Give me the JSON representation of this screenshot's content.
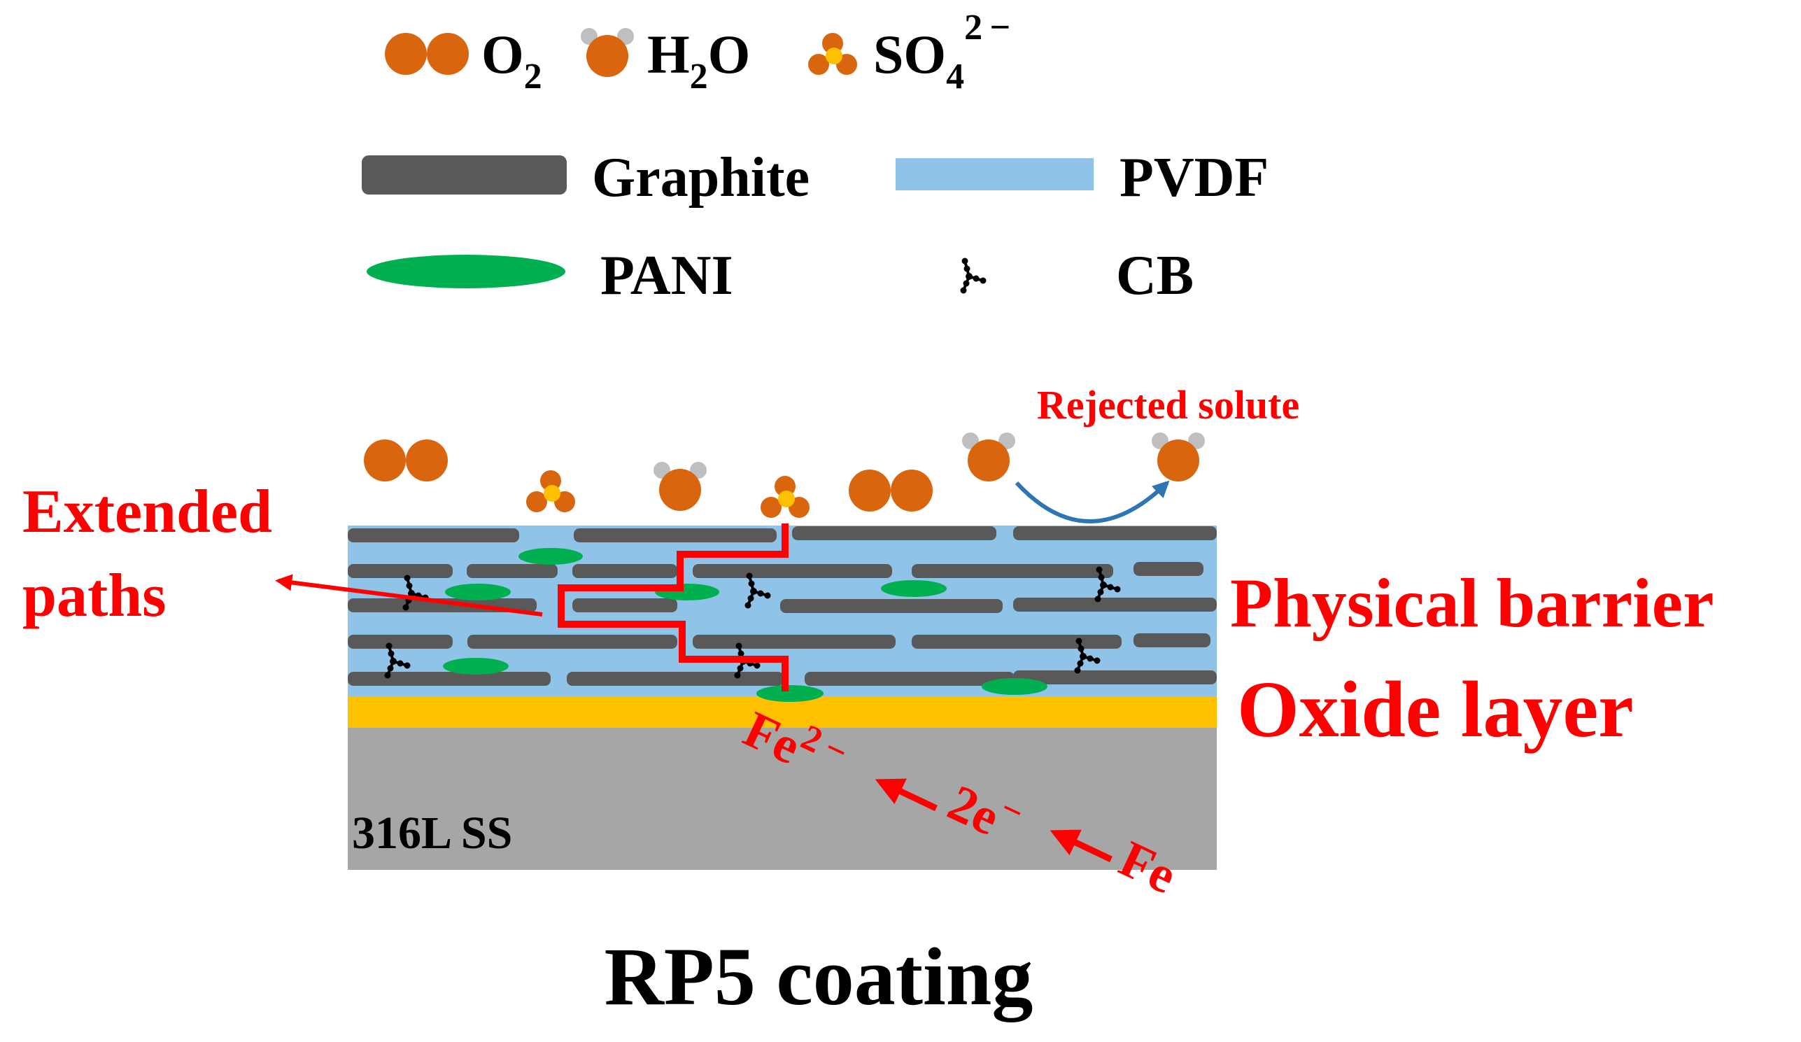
{
  "legend": {
    "o2": {
      "base": "O",
      "sub": "2"
    },
    "h2o": {
      "h": "H",
      "sub": "2",
      "o": "O"
    },
    "so4": {
      "base": "SO",
      "sub": "4",
      "sup": "2 −"
    },
    "graphite": "Graphite",
    "pvdf": "PVDF",
    "pani": "PANI",
    "cb": "CB"
  },
  "labels": {
    "rejected_solute": "Rejected solute",
    "extended_line1": "Extended",
    "extended_line2": "paths",
    "physical_barrier": "Physical barrier",
    "oxide_layer": "Oxide layer",
    "substrate": "316L SS",
    "fe_ion": "Fe",
    "fe_ion_sup": "2 −",
    "electrons": "2e",
    "electrons_sup": "−",
    "fe": "Fe",
    "caption": "RP5 coating"
  },
  "colors": {
    "o2": "#D9660E",
    "h_atom": "#BFBFBF",
    "sulfur": "#FFC000",
    "graphite": "#595959",
    "pvdf": "#8FC3E8",
    "pani": "#00B050",
    "cb": "#000000",
    "oxide": "#FFC000",
    "steel": "#A6A6A6",
    "accent_red": "#FF0000",
    "arrow_blue": "#2E75B6"
  },
  "icons": {
    "o2": "o2-molecule-icon",
    "h2o": "h2o-molecule-icon",
    "so4": "sulfate-ion-icon",
    "cb": "carbon-black-icon"
  }
}
